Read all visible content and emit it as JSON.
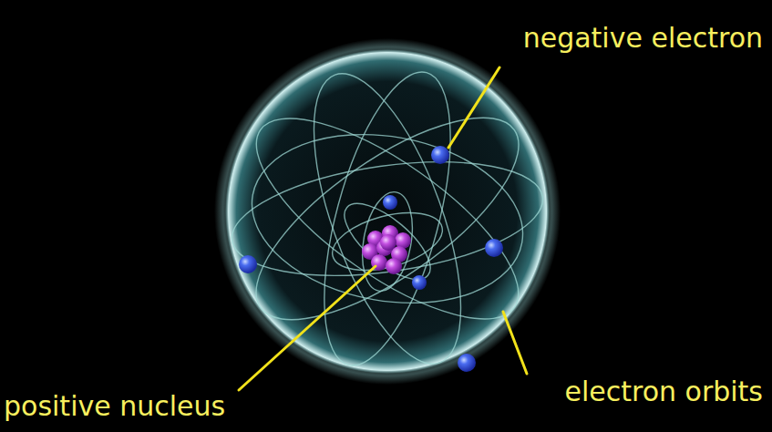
{
  "diagram": {
    "labels": [
      "negative electron",
      "positive nucleus",
      "electron orbits"
    ]
  }
}
